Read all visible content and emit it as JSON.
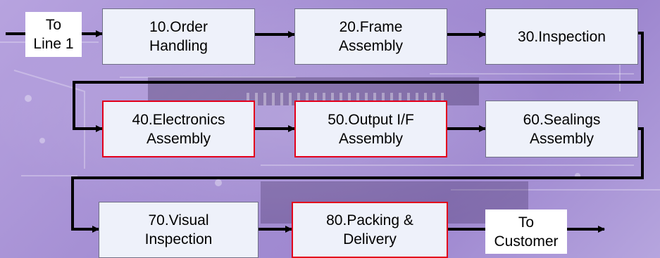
{
  "diagram": {
    "start_terminal": "To\nLine 1",
    "end_terminal": "To\nCustomer",
    "highlight_color": "#e3001b",
    "steps": [
      {
        "label": "10.Order\nHandling",
        "highlighted": false
      },
      {
        "label": "20.Frame\nAssembly",
        "highlighted": false
      },
      {
        "label": "30.Inspection",
        "highlighted": false
      },
      {
        "label": "40.Electronics\nAssembly",
        "highlighted": true
      },
      {
        "label": "50.Output I/F\nAssembly",
        "highlighted": true
      },
      {
        "label": "60.Sealings\nAssembly",
        "highlighted": false
      },
      {
        "label": "70.Visual\nInspection",
        "highlighted": false
      },
      {
        "label": "80.Packing &\nDelivery",
        "highlighted": true
      }
    ]
  }
}
